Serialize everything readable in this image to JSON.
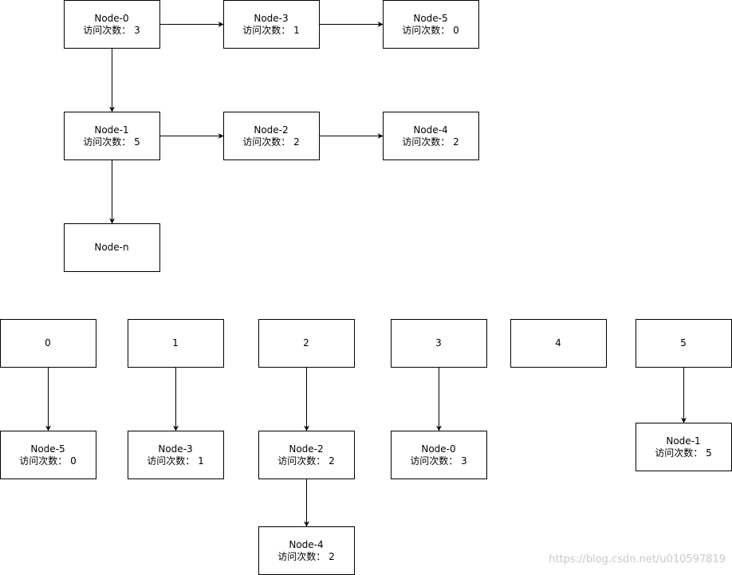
{
  "diagram": {
    "count_label": "访问次数：",
    "nodes": [
      {
        "id": "n0",
        "title": "Node-0",
        "count": "3"
      },
      {
        "id": "n3",
        "title": "Node-3",
        "count": "1"
      },
      {
        "id": "n5",
        "title": "Node-5",
        "count": "0"
      },
      {
        "id": "n1",
        "title": "Node-1",
        "count": "5"
      },
      {
        "id": "n2",
        "title": "Node-2",
        "count": "2"
      },
      {
        "id": "n4",
        "title": "Node-4",
        "count": "2"
      },
      {
        "id": "nn",
        "title": "Node-n"
      },
      {
        "id": "b0",
        "title": "0"
      },
      {
        "id": "b1",
        "title": "1"
      },
      {
        "id": "b2",
        "title": "2"
      },
      {
        "id": "b3",
        "title": "3"
      },
      {
        "id": "b4",
        "title": "4"
      },
      {
        "id": "b5",
        "title": "5"
      },
      {
        "id": "l0",
        "title": "Node-5",
        "count": "0"
      },
      {
        "id": "l1",
        "title": "Node-3",
        "count": "1"
      },
      {
        "id": "l2",
        "title": "Node-2",
        "count": "2"
      },
      {
        "id": "l3",
        "title": "Node-0",
        "count": "3"
      },
      {
        "id": "l5",
        "title": "Node-1",
        "count": "5"
      },
      {
        "id": "l2b",
        "title": "Node-4",
        "count": "2"
      }
    ],
    "edges": [
      {
        "from": "n0",
        "to": "n3"
      },
      {
        "from": "n3",
        "to": "n5"
      },
      {
        "from": "n0",
        "to": "n1"
      },
      {
        "from": "n1",
        "to": "n2"
      },
      {
        "from": "n2",
        "to": "n4"
      },
      {
        "from": "n1",
        "to": "nn"
      },
      {
        "from": "b0",
        "to": "l0"
      },
      {
        "from": "b1",
        "to": "l1"
      },
      {
        "from": "b2",
        "to": "l2"
      },
      {
        "from": "b3",
        "to": "l3"
      },
      {
        "from": "b5",
        "to": "l5"
      },
      {
        "from": "l2",
        "to": "l2b"
      }
    ]
  },
  "watermark": "https://blog.csdn.net/u010597819"
}
